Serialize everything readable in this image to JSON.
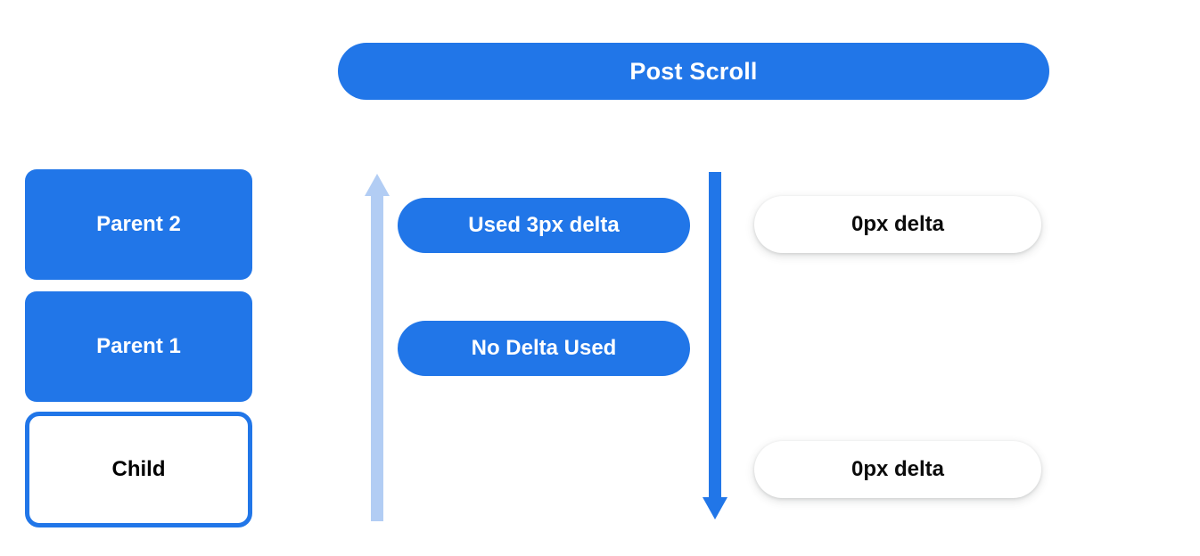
{
  "header": {
    "title": "Post Scroll"
  },
  "colors": {
    "primary_blue": "#2176e8",
    "light_blue": "#b2cdf4",
    "white": "#ffffff",
    "text_dark": "#000000"
  },
  "stack": {
    "boxes": [
      {
        "label": "Parent 2",
        "style": "filled"
      },
      {
        "label": "Parent 1",
        "style": "filled"
      },
      {
        "label": "Child",
        "style": "outlined"
      }
    ]
  },
  "arrows": [
    {
      "name": "scroll-up-arrow",
      "direction": "up",
      "color": "#b2cdf4"
    },
    {
      "name": "scroll-down-arrow",
      "direction": "down",
      "color": "#2176e8"
    }
  ],
  "middle_column": {
    "pills": [
      {
        "label": "Used 3px delta",
        "style": "blue"
      },
      {
        "label": "No Delta Used",
        "style": "blue"
      }
    ]
  },
  "right_column": {
    "pills": [
      {
        "label": "0px delta",
        "style": "white"
      },
      {
        "label": "0px delta",
        "style": "white"
      }
    ]
  }
}
